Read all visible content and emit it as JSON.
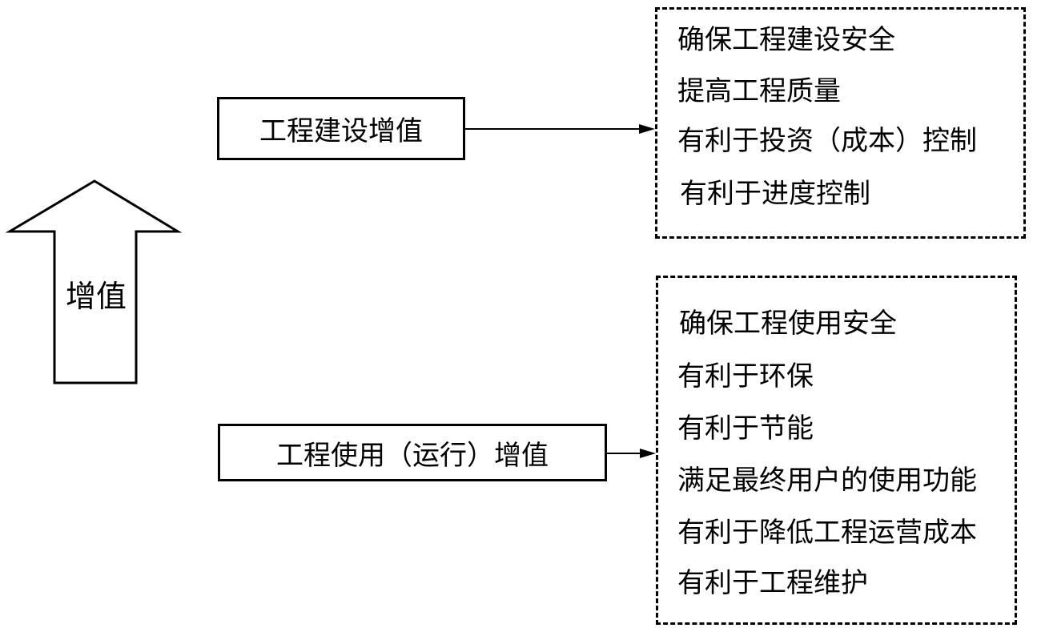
{
  "value_arrow": {
    "label": "增值"
  },
  "construction": {
    "title": "工程建设增值",
    "benefits": [
      "确保工程建设安全",
      "提高工程质量",
      "有利于投资（成本）控制",
      "有利于进度控制"
    ]
  },
  "operation": {
    "title": "工程使用（运行）增值",
    "benefits": [
      "确保工程使用安全",
      "有利于环保",
      "有利于节能",
      "满足最终用户的使用功能",
      "有利于降低工程运营成本",
      "有利于工程维护"
    ]
  }
}
